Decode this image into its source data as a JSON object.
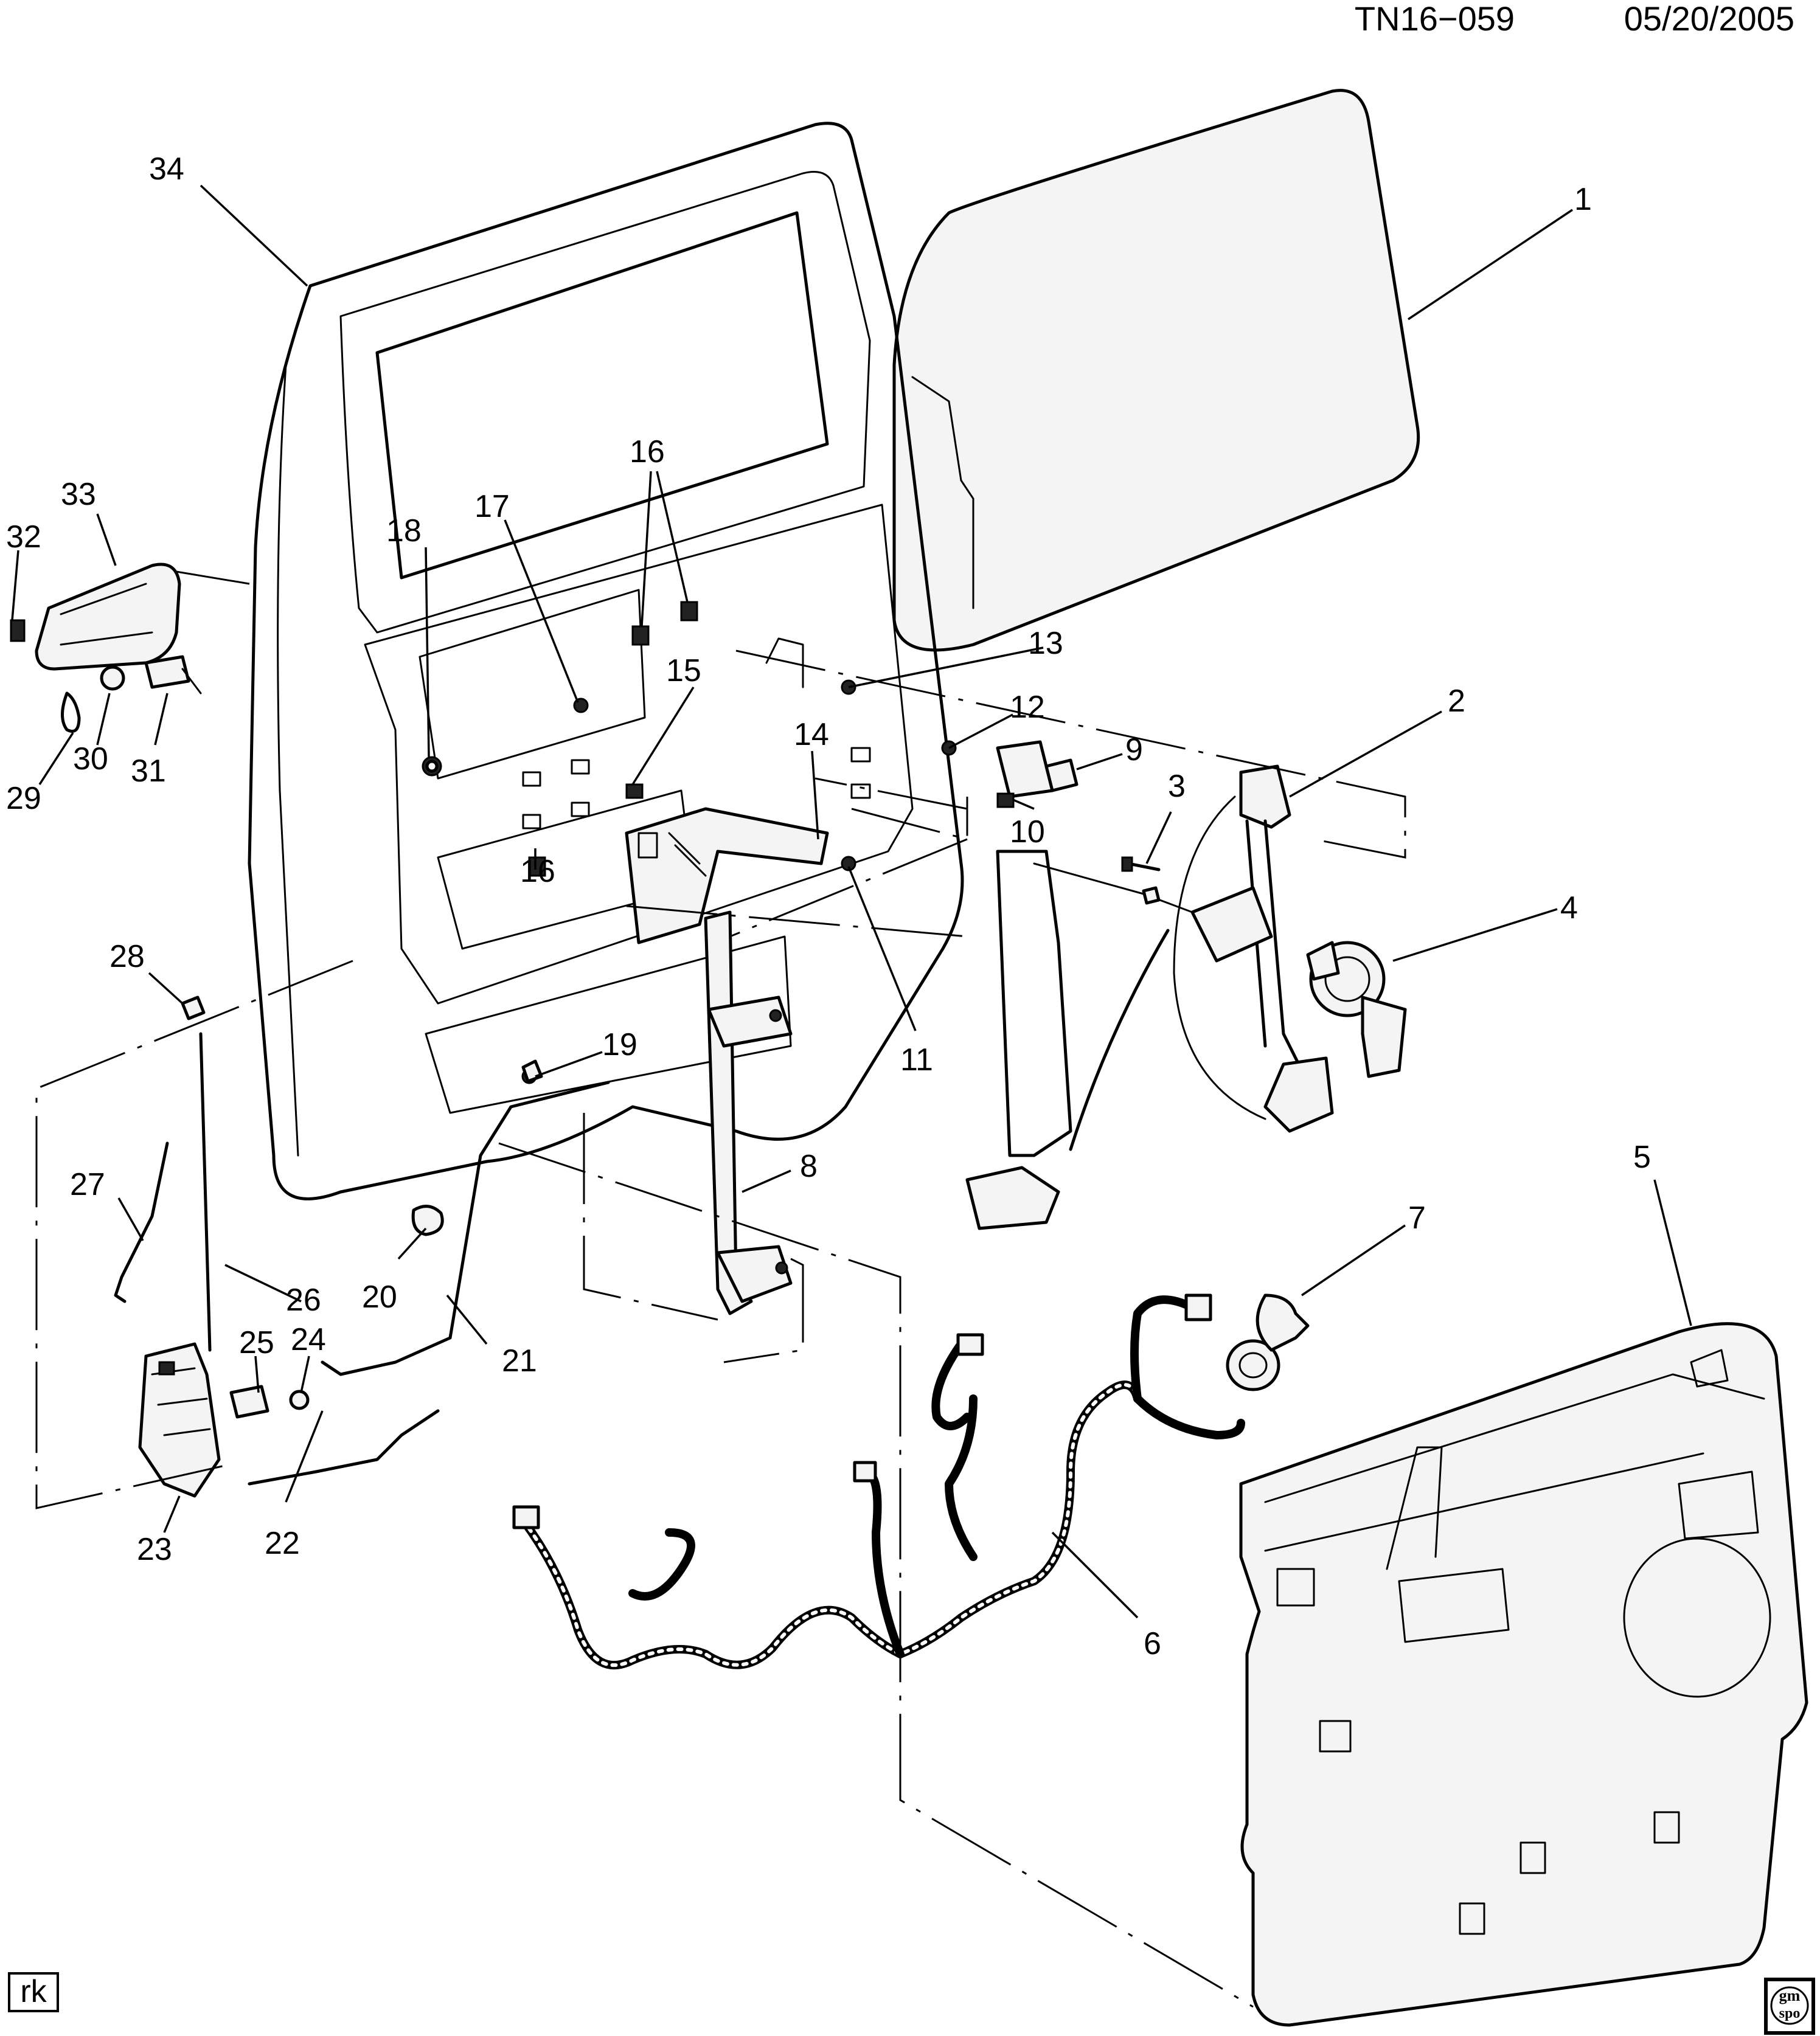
{
  "header": {
    "code": "TN16−059",
    "date": "05/20/2005"
  },
  "footer": {
    "initials": "rk",
    "logo_text_top": "gm",
    "logo_text_bottom": "spo"
  },
  "callouts": {
    "c1": "1",
    "c2": "2",
    "c3": "3",
    "c4": "4",
    "c5": "5",
    "c6": "6",
    "c7": "7",
    "c8": "8",
    "c9": "9",
    "c10": "10",
    "c11": "11",
    "c12": "12",
    "c13": "13",
    "c14": "14",
    "c15": "15",
    "c16a": "16",
    "c16b": "16",
    "c17": "17",
    "c18": "18",
    "c19": "19",
    "c20": "20",
    "c21": "21",
    "c22": "22",
    "c23": "23",
    "c24": "24",
    "c25": "25",
    "c26": "26",
    "c27": "27",
    "c28": "28",
    "c29": "29",
    "c30": "30",
    "c31": "31",
    "c32": "32",
    "c33": "33",
    "c34": "34"
  }
}
